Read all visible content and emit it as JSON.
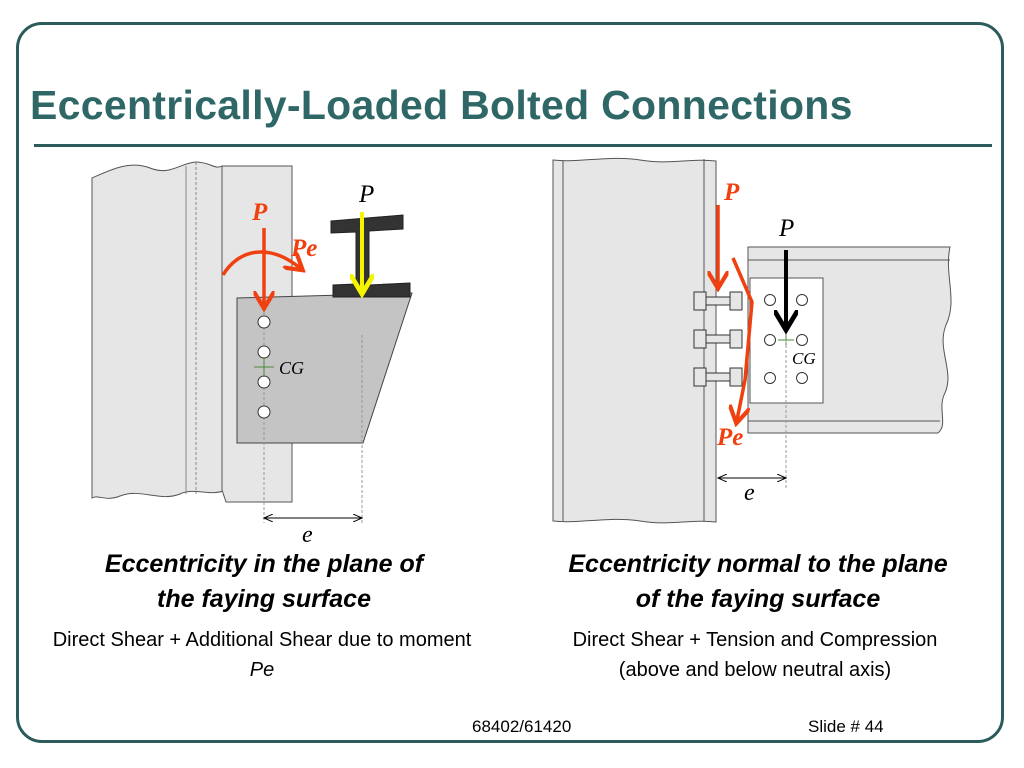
{
  "slide": {
    "title": "Eccentrically-Loaded Bolted Connections",
    "footer_course": "68402/61420",
    "footer_slide": "Slide # 44"
  },
  "left": {
    "label_p_red": "P",
    "label_pe": "Pe",
    "label_p_black": "P",
    "label_cg": "CG",
    "label_e": "e",
    "caption_line1": "Eccentricity in the plane of",
    "caption_line2": "the faying surface",
    "desc_text": "Direct Shear + Additional Shear due to moment",
    "desc_italic": "Pe"
  },
  "right": {
    "label_p_red": "P",
    "label_p_black": "P",
    "label_cg": "CG",
    "label_pe": "Pe",
    "label_e": "e",
    "caption_line1": "Eccentricity normal to the plane",
    "caption_line2": "of the faying surface",
    "desc_line1": "Direct Shear + Tension and Compression",
    "desc_line2": "(above and below neutral axis)"
  },
  "colors": {
    "frame": "#2b5b5b",
    "title": "#2f6767",
    "load_red": "#f04010",
    "load_yellow": "#f5f500",
    "steel_light": "#e6e6e6",
    "plate_gray": "#c4c4c4"
  }
}
